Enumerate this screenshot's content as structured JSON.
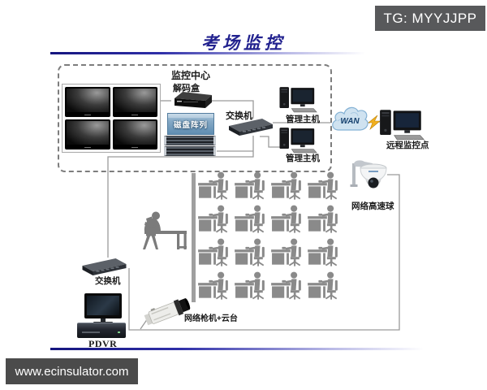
{
  "watermarks": {
    "top": "TG: MYYJJPP",
    "bottom": "www.ecinsulator.com"
  },
  "title": "考场监控",
  "monitoring_center": {
    "label": "监控中心",
    "decoder_label": "解码盒",
    "disk_array_label": "磁盘阵列",
    "switch_label": "交换机",
    "hosts": [
      {
        "label": "管理主机"
      },
      {
        "label": "管理主机"
      }
    ],
    "wan_label": "WAN",
    "remote_label": "远程监控点"
  },
  "exam_room": {
    "seat_rows": 4,
    "seat_cols": 4,
    "dome_camera_label": "网络高速球",
    "bullet_camera_label": "网络枪机+云台",
    "switch_label": "交换机",
    "pdvr_label": "PDVR"
  },
  "colors": {
    "title_blue": "#22228f",
    "badge_gray": "#58595b",
    "cloud_blue": "#cfe2f0",
    "silhouette_gray": "#8a8a8a",
    "line_gray": "#9a9a9a"
  }
}
